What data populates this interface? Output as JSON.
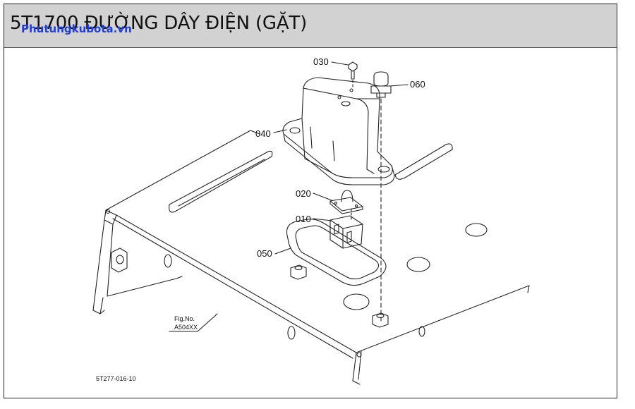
{
  "header": {
    "title": "5T1700 ĐƯỜNG DÂY ĐIỆN (GẶT)",
    "watermark": "Phutungkubota.vn"
  },
  "diagram": {
    "callouts": {
      "p030": "030",
      "p060": "060",
      "p040": "040",
      "p020": "020",
      "p010": "010",
      "p050": "050"
    },
    "fig_label": "Fig.No.",
    "fig_number": "A504XX",
    "drawing_code": "5T277-016-10"
  }
}
